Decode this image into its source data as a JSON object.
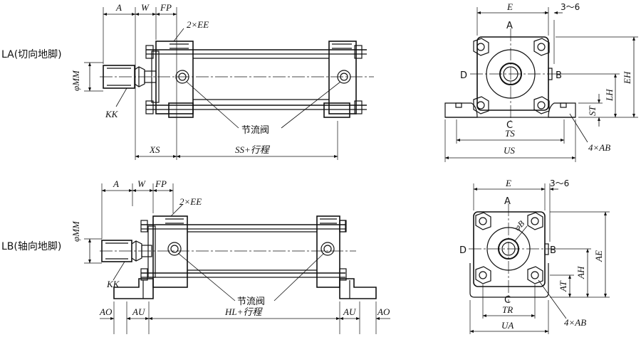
{
  "labels": {
    "la": "LA(切向地脚)",
    "lb": "LB(轴向地脚)",
    "throttle": "节流阀",
    "A": "A",
    "W": "W",
    "FP": "FP",
    "EE": "2×EE",
    "MM": "φMM",
    "KK": "KK",
    "XS": "XS",
    "SS": "SS+行程",
    "E": "E",
    "gap": "3～6",
    "dirA": "A",
    "dirB": "B",
    "dirC": "C",
    "dirD": "D",
    "EH": "EH",
    "LH": "LH",
    "ST": "ST",
    "TS": "TS",
    "US": "US",
    "AB": "4×AB",
    "AO": "AO",
    "AU": "AU",
    "HL": "HL+行程",
    "AH": "AH",
    "AE": "AE",
    "AT": "AT",
    "TR": "TR",
    "UA": "UA",
    "phiB": "φB"
  },
  "colors": {
    "line": "#111111",
    "background": "#ffffff"
  }
}
